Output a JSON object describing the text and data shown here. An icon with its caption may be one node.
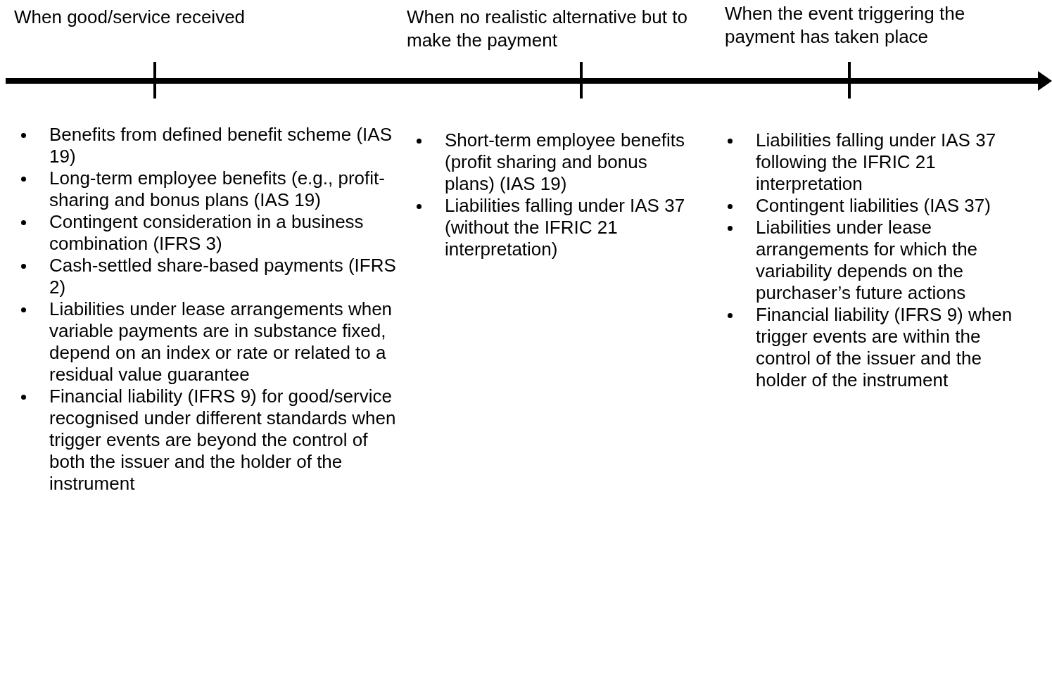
{
  "diagram": {
    "labels": [
      "When good/service received",
      "When no realistic alternative but to make the payment",
      "When the event triggering the payment has taken place",
      "Benefits from defined benefit scheme (IAS 19)",
      "Long-term employee benefits (e.g., profit-sharing and bonus plans (IAS 19)",
      "Contingent consideration in a business combination (IFRS 3)",
      "Cash-settled share-based payments (IFRS 2)",
      "Liabilities under lease arrangements when variable payments are in substance fixed, depend on an index or rate or related to a residual value guarantee",
      "Financial liability (IFRS 9) for good/service recognised under different standards when trigger events are beyond the control of both the issuer and the holder of the instrument",
      "Short-term employee benefits (profit sharing and bonus plans) (IAS 19)",
      "Liabilities falling under IAS 37 (without the IFRIC 21 interpretation)",
      "Liabilities falling under IAS 37 following the IFRIC 21 interpretation",
      "Contingent liabilities (IAS 37)",
      "Liabilities under lease arrangements for which the variability depends on the purchaser’s future actions",
      "Financial liability (IFRS 9) when trigger events are within the control of the issuer and the holder of the instrument"
    ]
  }
}
